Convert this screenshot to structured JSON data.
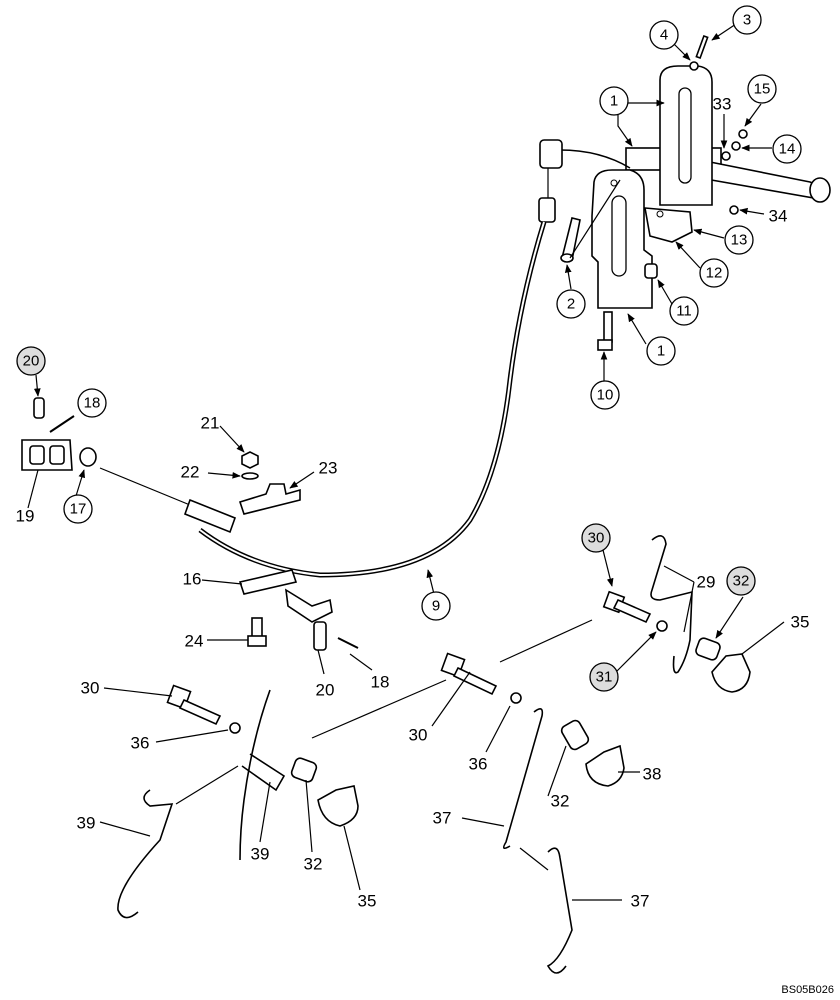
{
  "diagram": {
    "reference_code": "BS05B026",
    "callouts": {
      "c1a": "1",
      "c1b": "1",
      "c2": "2",
      "c3": "3",
      "c4": "4",
      "c9": "9",
      "c10": "10",
      "c11": "11",
      "c12": "12",
      "c13": "13",
      "c14": "14",
      "c15": "15",
      "c17": "17",
      "c18a": "18",
      "c20a": "20",
      "c30a": "30",
      "c31": "31",
      "c32a": "32",
      "c34label": "34"
    },
    "labels": {
      "l33": "33",
      "l34": "34",
      "l19": "19",
      "l21": "21",
      "l22": "22",
      "l23": "23",
      "l16": "16",
      "l24": "24",
      "l20b": "20",
      "l18b": "18",
      "l29": "29",
      "l35a": "35",
      "l30b": "30",
      "l36a": "36",
      "l39a": "39",
      "l39b": "39",
      "l32b": "32",
      "l35b": "35",
      "l30c": "30",
      "l36b": "36",
      "l32c": "32",
      "l38": "38",
      "l37a": "37",
      "l37b": "37"
    }
  }
}
